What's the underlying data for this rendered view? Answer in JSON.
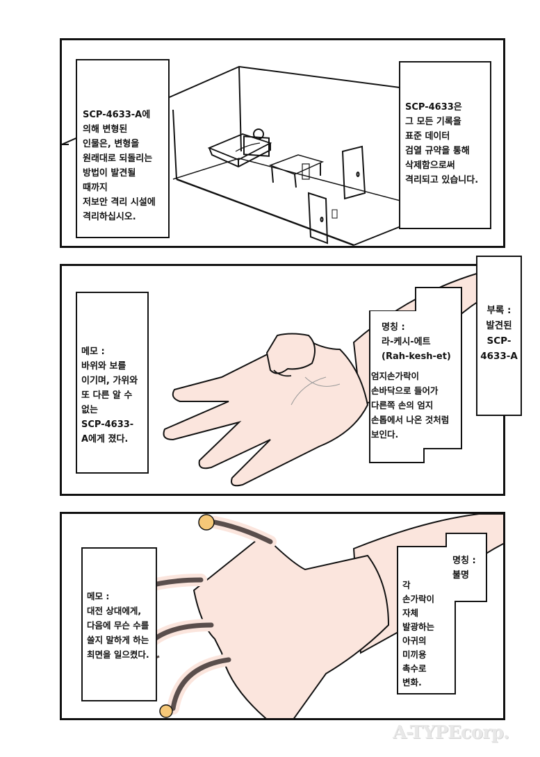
{
  "page": {
    "background": "#ffffff",
    "skin_color": "#fbe5dd",
    "tentacle_color": "#5a4e4c",
    "bulb_color": "#f6c878"
  },
  "panel1": {
    "scene": "isolation-room-sketch",
    "left_box": {
      "lines": [
        "SCP-4633-A에",
        "의해 변형된",
        "인물은, 변형을",
        "원래대로 되돌리는",
        "방법이 발견될",
        "때까지",
        "저보안 격리 시설에",
        "격리하십시오."
      ]
    },
    "right_box": {
      "lines": [
        "SCP-4633은",
        "그 모든 기록을",
        "표준 데이터",
        "검열 규약을 통해",
        "삭제함으로써",
        "격리되고 있습니다."
      ]
    }
  },
  "panel2": {
    "scene": "rah-kesh-et-hand",
    "memo_box": {
      "lines": [
        "메모 :",
        "바위와 보를",
        "이기며, 가위와",
        "또 다른 알 수",
        "없는",
        "SCP-4633-",
        "A에게 졌다."
      ]
    },
    "name_box": {
      "title_lines": [
        "명칭 :",
        "라-케시-에트",
        "(Rah-kesh-et)"
      ],
      "desc_lines": [
        "엄지손가락이",
        "손바닥으로 들어가",
        "다른쪽 손의 엄지",
        "손톱에서 나온 것처럼",
        "보인다."
      ]
    },
    "appendix_box": {
      "lines": [
        "부록 :",
        "발견된",
        "SCP-",
        "4633-A"
      ]
    }
  },
  "panel3": {
    "scene": "anglerfish-tentacle-hand",
    "memo_box": {
      "lines": [
        "메모 :",
        "대전 상대에게,",
        "다음에 무슨 수를",
        "쓸지 말하게 하는",
        "최면을 일으켰다."
      ]
    },
    "name_box": {
      "title_lines": [
        "명칭 :",
        "불명"
      ],
      "desc_lines": [
        "각",
        "손가락이",
        "자체",
        "발광하는",
        "아귀의",
        "미끼용",
        "촉수로",
        "변화."
      ]
    }
  },
  "watermark": "A-TYPEcorp."
}
